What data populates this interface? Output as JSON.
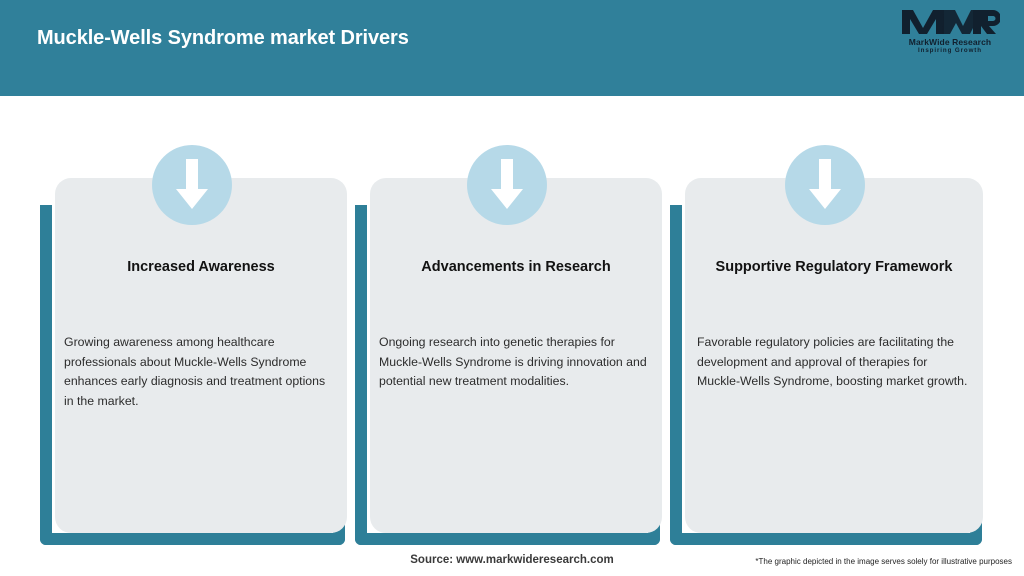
{
  "header": {
    "title": "Muckle-Wells Syndrome market Drivers",
    "background_color": "#30809a",
    "logo": {
      "mark": "MWR",
      "name": "MarkWide Research",
      "tagline": "Inspiring Growth"
    }
  },
  "cards": [
    {
      "icon": "down-arrow-icon",
      "heading": "Increased Awareness",
      "body": "Growing awareness among healthcare professionals about Muckle-Wells Syndrome enhances early diagnosis and treatment options in the market."
    },
    {
      "icon": "down-arrow-icon",
      "heading": "Advancements in Research",
      "body": "Ongoing research into genetic therapies for Muckle-Wells Syndrome is driving innovation and potential new treatment modalities."
    },
    {
      "icon": "down-arrow-icon",
      "heading": "Supportive Regulatory Framework",
      "body": "Favorable regulatory policies are facilitating the development and approval of therapies for Muckle-Wells Syndrome, boosting market growth."
    }
  ],
  "footer": {
    "source": "Source: www.markwideresearch.com",
    "disclaimer": "*The graphic depicted in the image serves solely for illustrative purposes"
  },
  "colors": {
    "teal": "#2e7f98",
    "header_teal": "#30809a",
    "card_gray": "#e8ebed",
    "badge_blue": "#b6d9e8",
    "arrow_white": "#ffffff"
  }
}
